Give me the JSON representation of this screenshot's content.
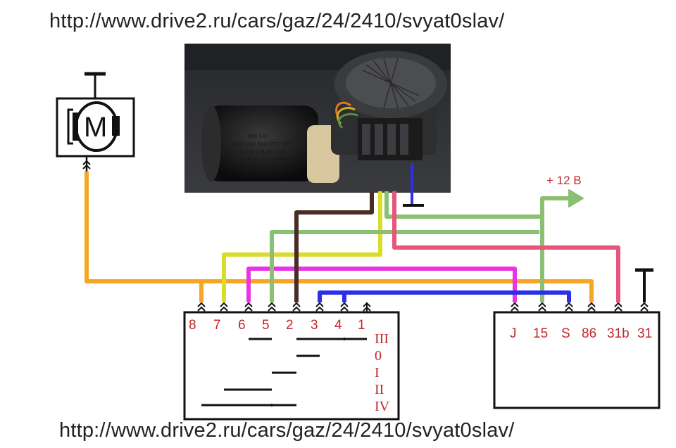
{
  "urls": {
    "top": "http://www.drive2.ru/cars/gaz/24/2410/svyat0slav/",
    "bottom": "http://www.drive2.ru/cars/gaz/24/2410/svyat0slav/"
  },
  "motor_symbol": "M",
  "photo_marking": {
    "line1": "068  540",
    "line2": "0390 241 310 CEF 12V",
    "line3": "83 BB 17B 671 CB",
    "line4": "MADE IN GERMANY"
  },
  "supply_label": "+ 12 B",
  "switch": {
    "pins": [
      "8",
      "7",
      "6",
      "5",
      "2",
      "3",
      "4",
      "1"
    ],
    "positions": [
      "III",
      "0",
      "I",
      "II",
      "IV"
    ]
  },
  "relay": {
    "pins": [
      "J",
      "15",
      "S",
      "86",
      "31b",
      "31"
    ]
  },
  "colors": {
    "orange": "#f6a623",
    "yellow": "#d9dc2a",
    "magenta": "#ea33e3",
    "green": "#8bbf74",
    "brown": "#4a2c25",
    "blue": "#2b2fe6",
    "pink": "#e8557c",
    "label_red": "#c0282d"
  }
}
